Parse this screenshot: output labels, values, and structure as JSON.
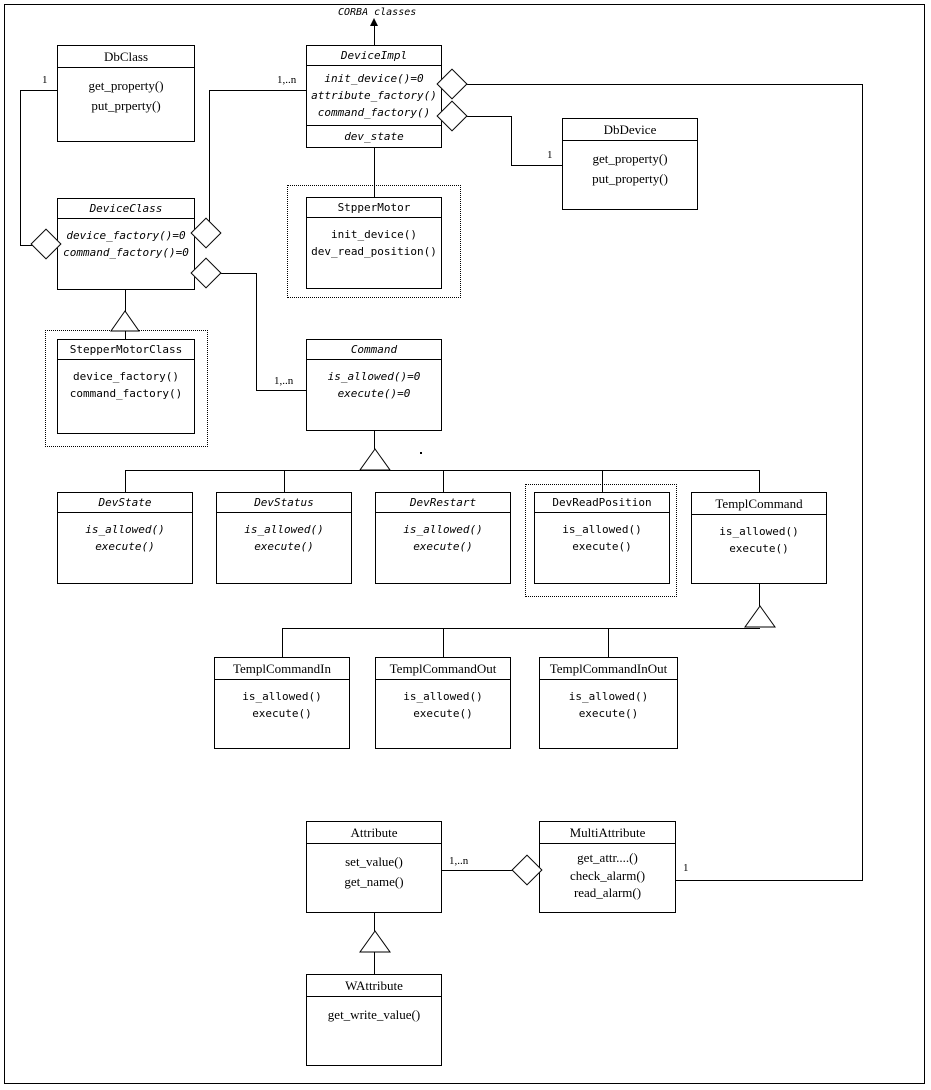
{
  "diagram": {
    "kind": "uml-class-diagram",
    "top_label": "CORBA classes",
    "stroke_color": "#000000",
    "background_color": "#ffffff"
  },
  "classes": {
    "dbclass": {
      "name": "DbClass",
      "methods": [
        "get_property()",
        "put_prperty()"
      ]
    },
    "deviceimpl": {
      "name": "DeviceImpl",
      "methods": [
        "init_device()=0",
        "attribute_factory()",
        "command_factory()"
      ],
      "attribute": "dev_state"
    },
    "dbdevice": {
      "name": "DbDevice",
      "methods": [
        "get_property()",
        "put_property()"
      ]
    },
    "deviceclass": {
      "name": "DeviceClass",
      "methods": [
        "device_factory()=0",
        "command_factory()=0"
      ]
    },
    "steppermotor": {
      "name": "StpperMotor",
      "methods": [
        "init_device()",
        "dev_read_position()"
      ]
    },
    "steppermotorclass": {
      "name": "StepperMotorClass",
      "methods": [
        "device_factory()",
        "command_factory()"
      ]
    },
    "command": {
      "name": "Command",
      "methods": [
        "is_allowed()=0",
        "execute()=0"
      ]
    },
    "devstate": {
      "name": "DevState",
      "methods": [
        "is_allowed()",
        "execute()"
      ]
    },
    "devstatus": {
      "name": "DevStatus",
      "methods": [
        "is_allowed()",
        "execute()"
      ]
    },
    "devrestart": {
      "name": "DevRestart",
      "methods": [
        "is_allowed()",
        "execute()"
      ]
    },
    "devreadposition": {
      "name": "DevReadPosition",
      "methods": [
        "is_allowed()",
        "execute()"
      ]
    },
    "templcommand": {
      "name": "TemplCommand",
      "methods": [
        "is_allowed()",
        "execute()"
      ]
    },
    "templcommandin": {
      "name": "TemplCommandIn",
      "methods": [
        "is_allowed()",
        "execute()"
      ]
    },
    "templcommandout": {
      "name": "TemplCommandOut",
      "methods": [
        "is_allowed()",
        "execute()"
      ]
    },
    "templcommandinout": {
      "name": "TemplCommandInOut",
      "methods": [
        "is_allowed()",
        "execute()"
      ]
    },
    "attribute": {
      "name": "Attribute",
      "methods": [
        "set_value()",
        "get_name()"
      ]
    },
    "multiattribute": {
      "name": "MultiAttribute",
      "methods": [
        "get_attr....()",
        "check_alarm()",
        "read_alarm()"
      ]
    },
    "wattribute": {
      "name": "WAttribute",
      "methods": [
        "get_write_value()"
      ]
    }
  },
  "multiplicities": {
    "dbclass_deviceclass": "1",
    "deviceimpl_deviceclass": "1,..n",
    "dbdevice_deviceimpl": "1",
    "command_deviceclass": "1,..n",
    "attribute_multiattribute": "1,..n",
    "multiattribute_deviceimpl": "1"
  }
}
